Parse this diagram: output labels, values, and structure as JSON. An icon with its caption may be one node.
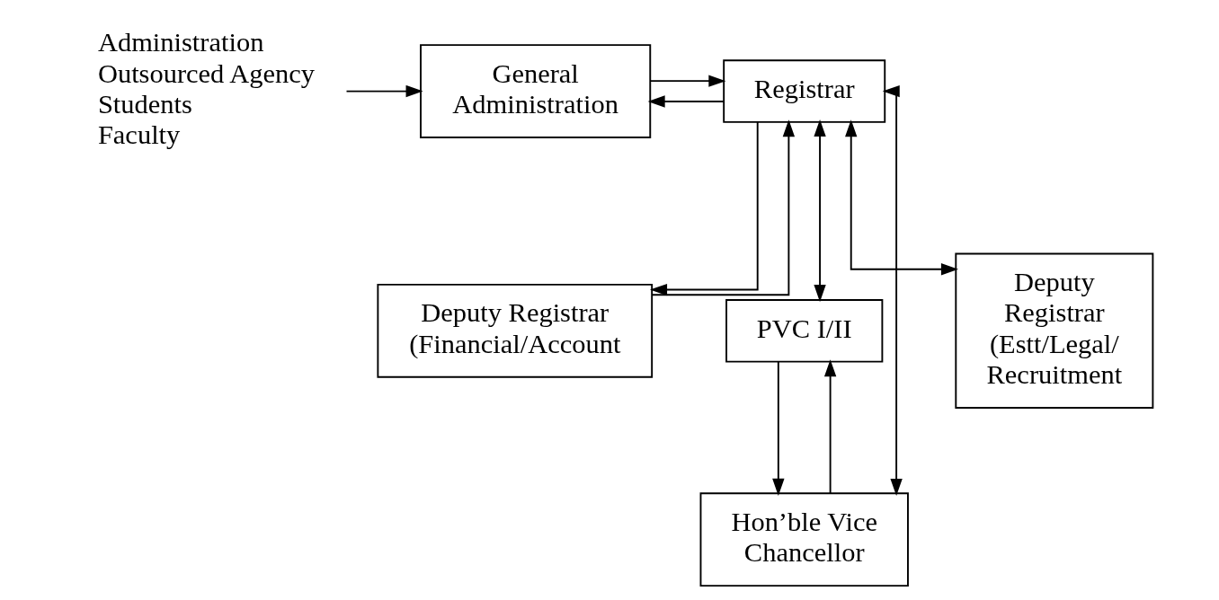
{
  "diagram": {
    "nodes": [
      {
        "text": [
          "Administration",
          "Outsourced Agency",
          "Students",
          "Faculty"
        ]
      },
      {
        "text": [
          "General Administration"
        ]
      },
      {
        "text": [
          "Registrar"
        ]
      },
      {
        "text": [
          "Deputy Registrar (Financial/Account"
        ]
      },
      {
        "text": [
          "PVC I/II"
        ]
      },
      {
        "text": [
          "Deputy Registrar (Estt/Legal/ Recruitment"
        ]
      },
      {
        "text": [
          "Hon’ble Vice Chancellor"
        ]
      }
    ],
    "edges": [
      {
        "from": 0,
        "to": 1,
        "arrow": "to"
      },
      {
        "from": 1,
        "to": 2,
        "arrow": "to"
      },
      {
        "from": 2,
        "to": 1,
        "arrow": "to"
      },
      {
        "from": 2,
        "to": 3,
        "arrow": "to"
      },
      {
        "from": 3,
        "to": 2,
        "arrow": "to"
      },
      {
        "from": 2,
        "to": 4,
        "arrow": "both"
      },
      {
        "from": 2,
        "to": 6,
        "arrow": "both"
      },
      {
        "from": 2,
        "to": 5,
        "arrow": "both"
      },
      {
        "from": 6,
        "to": 4,
        "arrow": "to"
      },
      {
        "from": 4,
        "to": 6,
        "arrow": "to"
      }
    ]
  }
}
